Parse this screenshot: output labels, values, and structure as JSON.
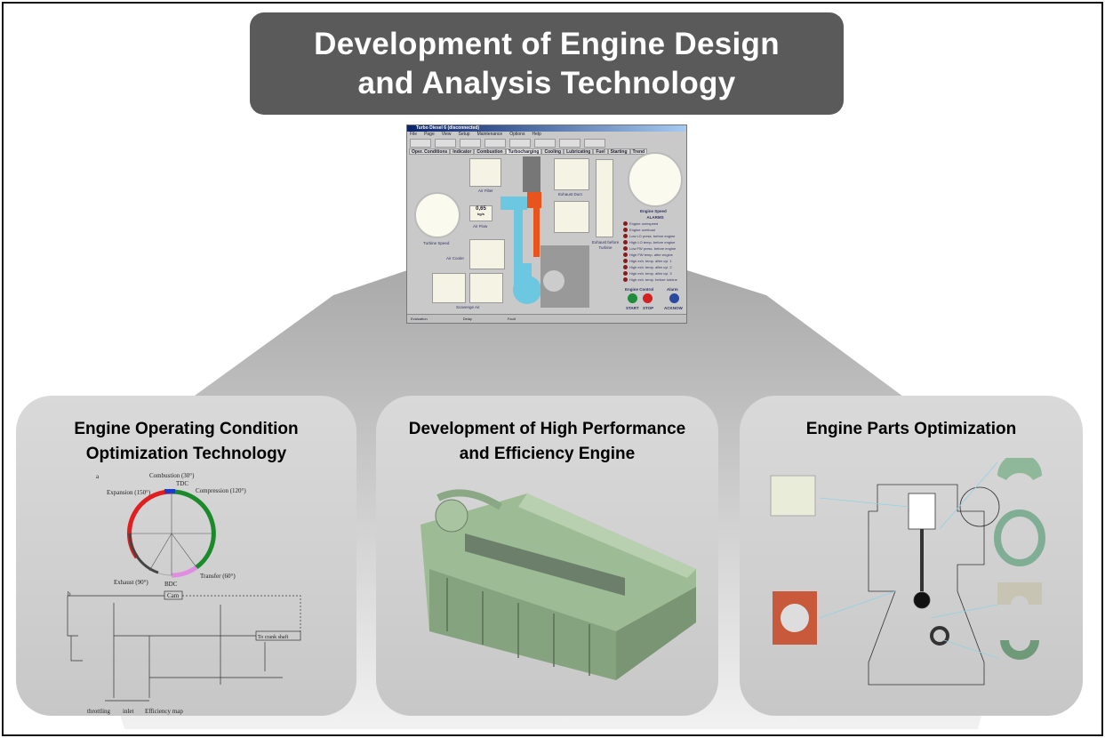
{
  "title": {
    "line1": "Development of Engine Design",
    "line2": "and Analysis Technology"
  },
  "software": {
    "window_title": "Turbo Diesel 6 (disconnected)",
    "menu": [
      "File",
      "Page",
      "View",
      "Setup",
      "Maintenance",
      "Options",
      "Help"
    ],
    "tabs": [
      "Oper. Conditions",
      "Indicator",
      "Combustion",
      "Turbocharging",
      "Cooling",
      "Lubricating",
      "Fuel",
      "Starting",
      "Trend"
    ],
    "gauges": {
      "air_filter": "Air Filter",
      "exhaust_duct": "Exhaust Duct",
      "turbine_speed": "Turbine Speed",
      "air_flow": "Air Flow",
      "air_flow_value": "0,65",
      "air_flow_unit": "kg/s",
      "air_cooler": "Air Cooler",
      "scavenge_air": "Scavenge Air",
      "engine_speed": "Engine Speed",
      "exhaust_before_turbine": "Exhaust before Turbine"
    },
    "alarms_title": "ALARMS",
    "alarms": [
      "Engine overspeed",
      "Engine overload",
      "Low LO press. before engine",
      "High LO temp. before engine",
      "Low FW press. before engine",
      "High FW temp. after engine",
      "High exh. temp. after cyl. 1",
      "High exh. temp. after cyl. 2",
      "High exh. temp. after cyl. 3",
      "High exh. temp. before turbine"
    ],
    "engine_control": "Engine Control",
    "start": "START",
    "stop": "STOP",
    "alarm": "Alarm",
    "acknow": "ACKNOW",
    "status": [
      "Evaluation",
      "Delay",
      "Fault"
    ]
  },
  "panels": [
    {
      "title1": "Engine Operating Condition",
      "title2": "Optimization Technology",
      "diagram_a": {
        "label": "a",
        "combustion": "Combustion (30°)",
        "tdc": "TDC",
        "compression": "Compression (120°)",
        "expansion": "Expansion (150°)",
        "exhaust": "Exhaust (90°)",
        "bdc": "BDC",
        "transfer": "Transfer (60°)"
      },
      "diagram_b": {
        "label": "b",
        "cam": "Cam",
        "crank": "To crank shaft",
        "throttling": "throttling",
        "inlet": "inlet",
        "efficiency": "Efficiency map"
      }
    },
    {
      "title1": "Development of High Performance",
      "title2": "and Efficiency Engine"
    },
    {
      "title1": "Engine Parts Optimization"
    }
  ],
  "colors": {
    "title_bg": "#5a5a5a",
    "panel_bg": "#d4d4d4",
    "accent_cyan": "#4ab3c9",
    "engine_green": "#9dbb95"
  }
}
